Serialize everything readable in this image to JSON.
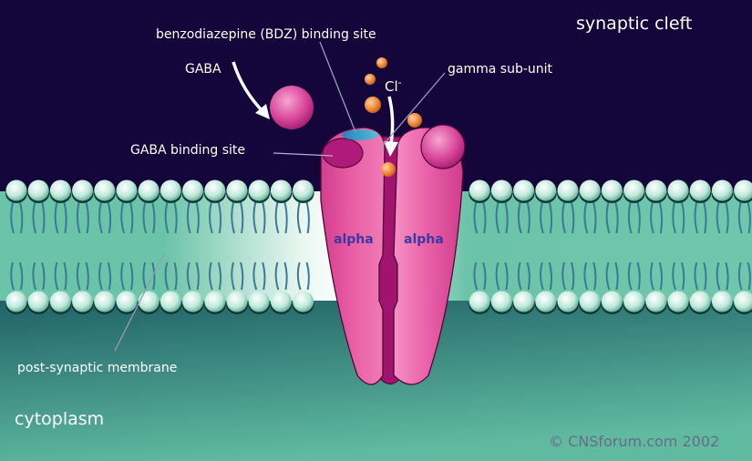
{
  "labels": {
    "synaptic_cleft": "synaptic cleft",
    "bdz_site": "benzodiazepine (BDZ) binding site",
    "gaba": "GABA",
    "chloride": "Cl",
    "chloride_charge": "-",
    "gamma": "gamma sub-unit",
    "gaba_site": "GABA binding site",
    "alpha_left": "alpha",
    "alpha_right": "alpha",
    "membrane": "post-synaptic membrane",
    "cytoplasm": "cytoplasm",
    "copyright": "© CNSforum.com 2002"
  },
  "colors": {
    "cleft": "#14063a",
    "membrane": "#6cc4a8",
    "cytoplasm_top": "#1f5f66",
    "cytoplasm_bottom": "#5fbaa0",
    "receptor": "#e0559f",
    "receptor_dark": "#a0136e",
    "ion": "#f08a3a",
    "bdz": "#3aa6c8",
    "alpha_text": "#3a3aa0",
    "copyright": "#6a6a8a"
  }
}
